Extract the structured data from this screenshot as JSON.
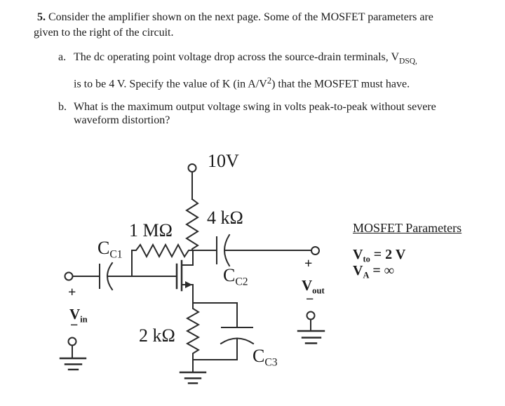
{
  "problem": {
    "number": "5.",
    "intro_line1": "Consider the amplifier shown on the next page. Some of the MOSFET parameters are",
    "intro_line2": "given to the right of the circuit.",
    "item_a": {
      "marker": "a.",
      "line1_text": "The dc operating point voltage drop across the source-drain terminals, V",
      "line1_sub": "DSQ,",
      "line2_start": "is to be 4 V.  Specify the value of K (in A/V",
      "line2_sup": "2",
      "line2_end": ") that the MOSFET must have."
    },
    "item_b": {
      "marker": "b.",
      "line1": "What is the maximum output voltage swing in volts peak-to-peak without severe",
      "line2": "waveform distortion?"
    }
  },
  "circuit": {
    "supply_voltage": "10V",
    "drain_resistor": "4 kΩ",
    "feedback_resistor": "1 MΩ",
    "source_resistor": "2 kΩ",
    "cap_c1": {
      "base": "C",
      "sub": "C1"
    },
    "cap_c2": {
      "base": "C",
      "sub": "C2"
    },
    "cap_c3": {
      "base": "C",
      "sub": "C3"
    },
    "input": {
      "plus": "+",
      "base": "V",
      "sub": "in",
      "minus": "−"
    },
    "output": {
      "plus": "+",
      "base": "V",
      "sub": "out",
      "minus": "−"
    }
  },
  "mosfet_parameters": {
    "heading": "MOSFET Parameters",
    "vto": {
      "base": "V",
      "sub": "to",
      "rest": " = 2 V"
    },
    "va": {
      "base": "V",
      "sub": "A",
      "rest": " = ∞"
    }
  }
}
